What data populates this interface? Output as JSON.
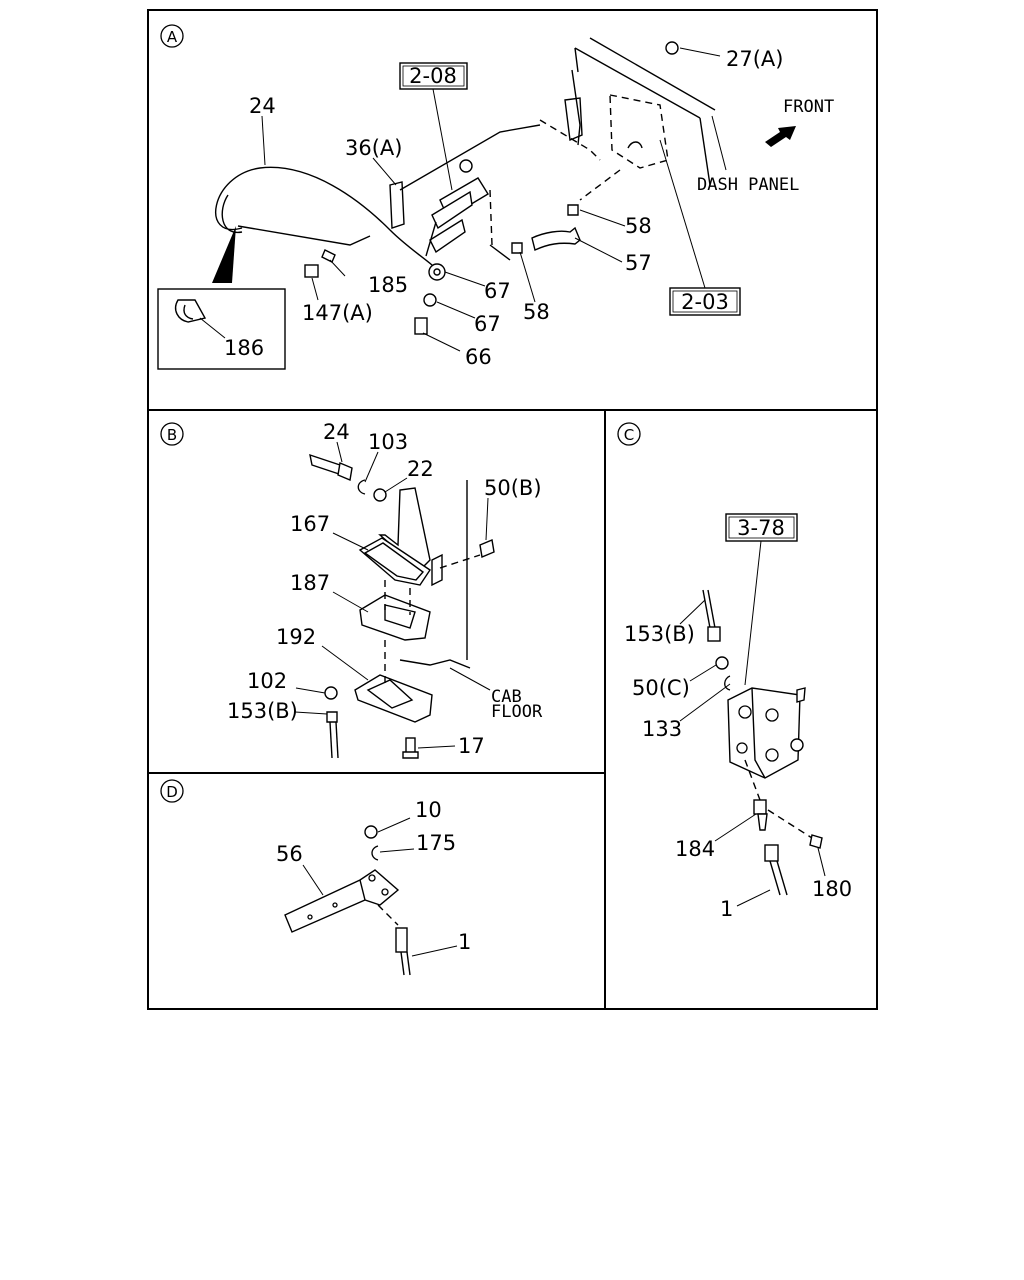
{
  "sections": {
    "A": {
      "letter": "A",
      "refs": [
        "2-08",
        "2-03"
      ],
      "labels": [
        "24",
        "36(A)",
        "27(A)",
        "185",
        "147(A)",
        "186",
        "67",
        "67",
        "66",
        "58",
        "58",
        "57"
      ],
      "text": {
        "front": "FRONT",
        "dash_panel": "DASH PANEL"
      }
    },
    "B": {
      "letter": "B",
      "labels": [
        "24",
        "103",
        "22",
        "50(B)",
        "167",
        "187",
        "192",
        "102",
        "153(B)",
        "17"
      ],
      "text": {
        "cab": "CAB",
        "floor": "FLOOR"
      }
    },
    "C": {
      "letter": "C",
      "refs": [
        "3-78"
      ],
      "labels": [
        "153(B)",
        "50(C)",
        "133",
        "184",
        "180",
        "1"
      ]
    },
    "D": {
      "letter": "D",
      "labels": [
        "10",
        "175",
        "56",
        "1"
      ]
    }
  }
}
